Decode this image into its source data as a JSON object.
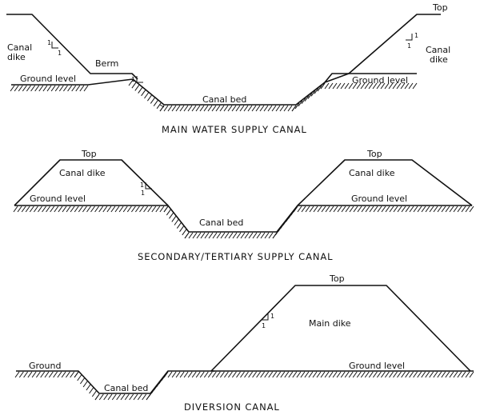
{
  "main_canal": {
    "top_label": "Top",
    "left_dike_label_line1": "Canal",
    "left_dike_label_line2": "dike",
    "right_dike_label_line1": "Canal",
    "right_dike_label_line2": "dike",
    "berm_label": "Berm",
    "ground_left_label": "Ground level",
    "ground_right_label": "Ground level",
    "bed_label": "Canal bed",
    "slope_rise": "1",
    "slope_run": "1",
    "caption": "MAIN WATER SUPPLY CANAL"
  },
  "secondary_canal": {
    "top_left_label": "Top",
    "top_right_label": "Top",
    "left_dike_label": "Canal dike",
    "right_dike_label": "Canal dike",
    "ground_left_label": "Ground level",
    "ground_right_label": "Ground level",
    "bed_label": "Canal bed",
    "slope_rise": "1",
    "slope_run": "1",
    "caption": "SECONDARY/TERTIARY SUPPLY CANAL"
  },
  "diversion_canal": {
    "top_label": "Top",
    "main_dike_label": "Main dike",
    "ground_left_label": "Ground",
    "ground_right_label": "Ground level",
    "bed_label": "Canal bed",
    "slope_rise": "1",
    "slope_run": "1",
    "caption": "DIVERSION CANAL"
  }
}
